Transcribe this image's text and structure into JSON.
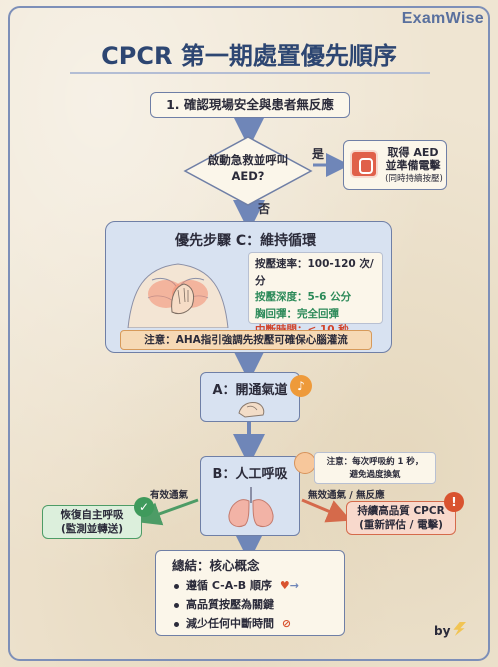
{
  "brand": "ExamWise",
  "title": "CPCR 第一期處置優先順序",
  "step1": "1. 確認現場安全與患者無反應",
  "decision": {
    "line1": "啟動急救並呼叫",
    "line2": "AED?",
    "yes": "是",
    "no": "否"
  },
  "aed": {
    "line1": "取得 AED",
    "line2": "並準備電擊",
    "sub": "(同時持續按壓)"
  },
  "step_c": {
    "title": "優先步驟 C：維持循環",
    "params": [
      "按壓速率：100-120 次/分",
      "按壓深度：5-6 公分",
      "胸回彈：完全回彈",
      "中斷時間：< 10 秒"
    ],
    "note": "注意：AHA指引強調先按壓可確保心腦灌流"
  },
  "step_a": {
    "title": "A：開通氣道"
  },
  "step_b": {
    "title": "B：人工呼吸",
    "note_line1": "注意：每次呼吸約 1 秒，",
    "note_line2": "避免過度換氣"
  },
  "branch_effective": {
    "label": "有效通氣",
    "line1": "恢復自主呼吸",
    "line2": "(監測並轉送)"
  },
  "branch_ineffective": {
    "label": "無效通氣 / 無反應",
    "line1": "持續高品質 CPCR",
    "line2": "(重新評估 / 電擊)"
  },
  "summary": {
    "title": "總結：核心概念",
    "items": [
      "遵循 C-A-B 順序",
      "高品質按壓為關鍵",
      "減少任何中斷時間"
    ]
  },
  "byline": "by",
  "colors": {
    "accent": "#2d4672",
    "box_blue": "#d8e2f1",
    "green": "#2c8a59",
    "red": "#d1442c",
    "orange": "#ee9a3a"
  }
}
